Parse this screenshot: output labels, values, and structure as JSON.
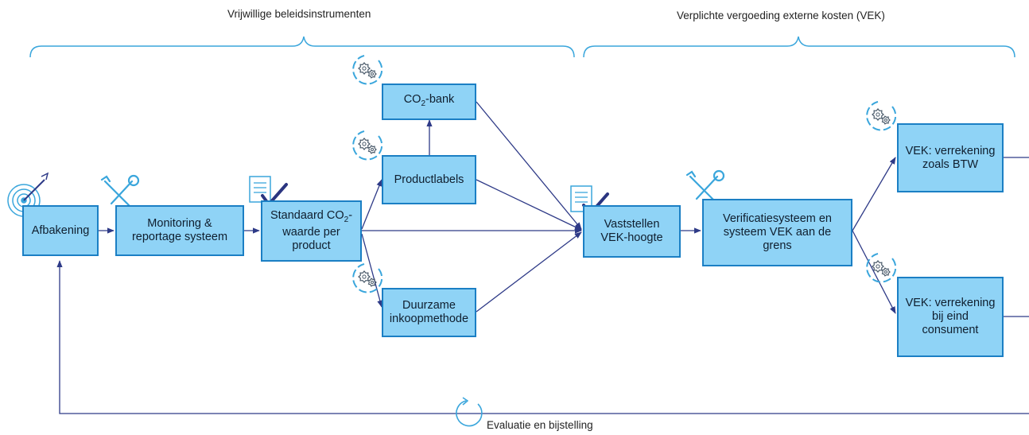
{
  "headings": {
    "voluntary": "Vrijwillige beleidsinstrumenten",
    "mandatory": "Verplichte vergoeding externe kosten (VEK)",
    "feedback": "Evaluatie en bijstelling"
  },
  "nodes": {
    "afbakening": "Afbakening",
    "monitoring": "Monitoring & reportage systeem",
    "standaard_pre": "Standaard CO",
    "standaard_sub": "2",
    "standaard_post": "-waarde per product",
    "co2bank_pre": "CO",
    "co2bank_sub": "2",
    "co2bank_post": "-bank",
    "productlabels": "Productlabels",
    "duurzame": "Duurzame inkoopmethode",
    "vaststellen": "Vaststellen VEK-hoogte",
    "verificatie": "Verificatiesysteem en systeem VEK aan de grens",
    "vek_btw": "VEK: verrekening zoals BTW",
    "vek_consument": "VEK: verrekening bij eind consument"
  },
  "colors": {
    "box_fill": "#8fd3f6",
    "box_border": "#1b7fc4",
    "arrow": "#2e3a87",
    "bracket": "#3aa6dc",
    "icon": "#3aa6dc",
    "check": "#2b3580"
  },
  "icons": {
    "target": "target-icon",
    "tools": "wrench-screwdriver-icon",
    "document_check": "document-check-icon",
    "gears": "gears-cycle-icon",
    "cycle": "cycle-arrow-icon"
  }
}
